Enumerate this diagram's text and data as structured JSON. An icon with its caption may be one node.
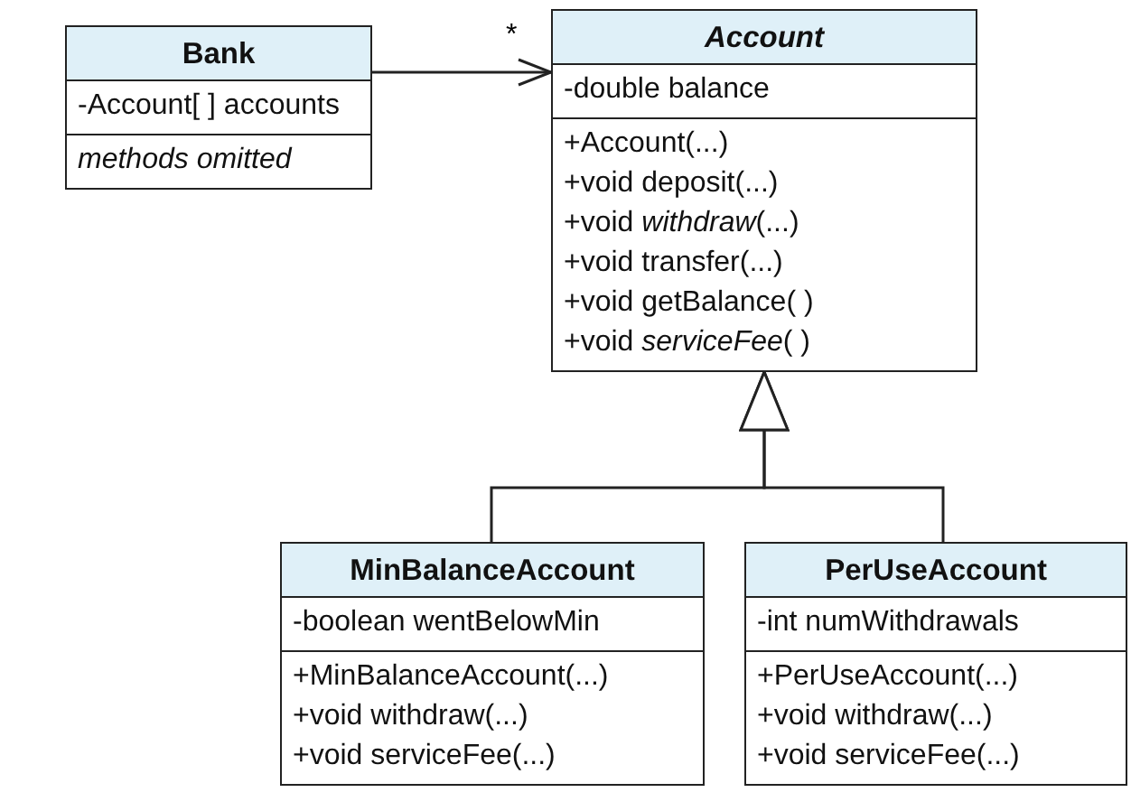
{
  "diagram": {
    "nodes": [
      {
        "text": [
          "Bank",
          "-Account[ ] accounts",
          "methods omitted"
        ]
      },
      {
        "text": [
          "Account",
          "-double balance",
          "+Account(...)",
          "+void deposit(...)",
          "+void *withdraw*(...)",
          "+void transfer(...)",
          "+void getBalance( )",
          "+void *serviceFee*( )"
        ]
      },
      {
        "text": [
          "MinBalanceAccount",
          "-boolean wentBelowMin",
          "+MinBalanceAccount(...)",
          "+void withdraw(...)",
          "+void serviceFee(...)"
        ]
      },
      {
        "text": [
          "PerUseAccount",
          "-int numWithdrawals",
          "+PerUseAccount(...)",
          "+void withdraw(...)",
          "+void serviceFee(...)"
        ]
      }
    ],
    "edges": [
      {
        "from": 0,
        "to": 1,
        "arrow": "to",
        "label": "*"
      },
      {
        "from": 2,
        "to": 1,
        "arrow": "to"
      },
      {
        "from": 3,
        "to": 1,
        "arrow": "to"
      }
    ]
  }
}
